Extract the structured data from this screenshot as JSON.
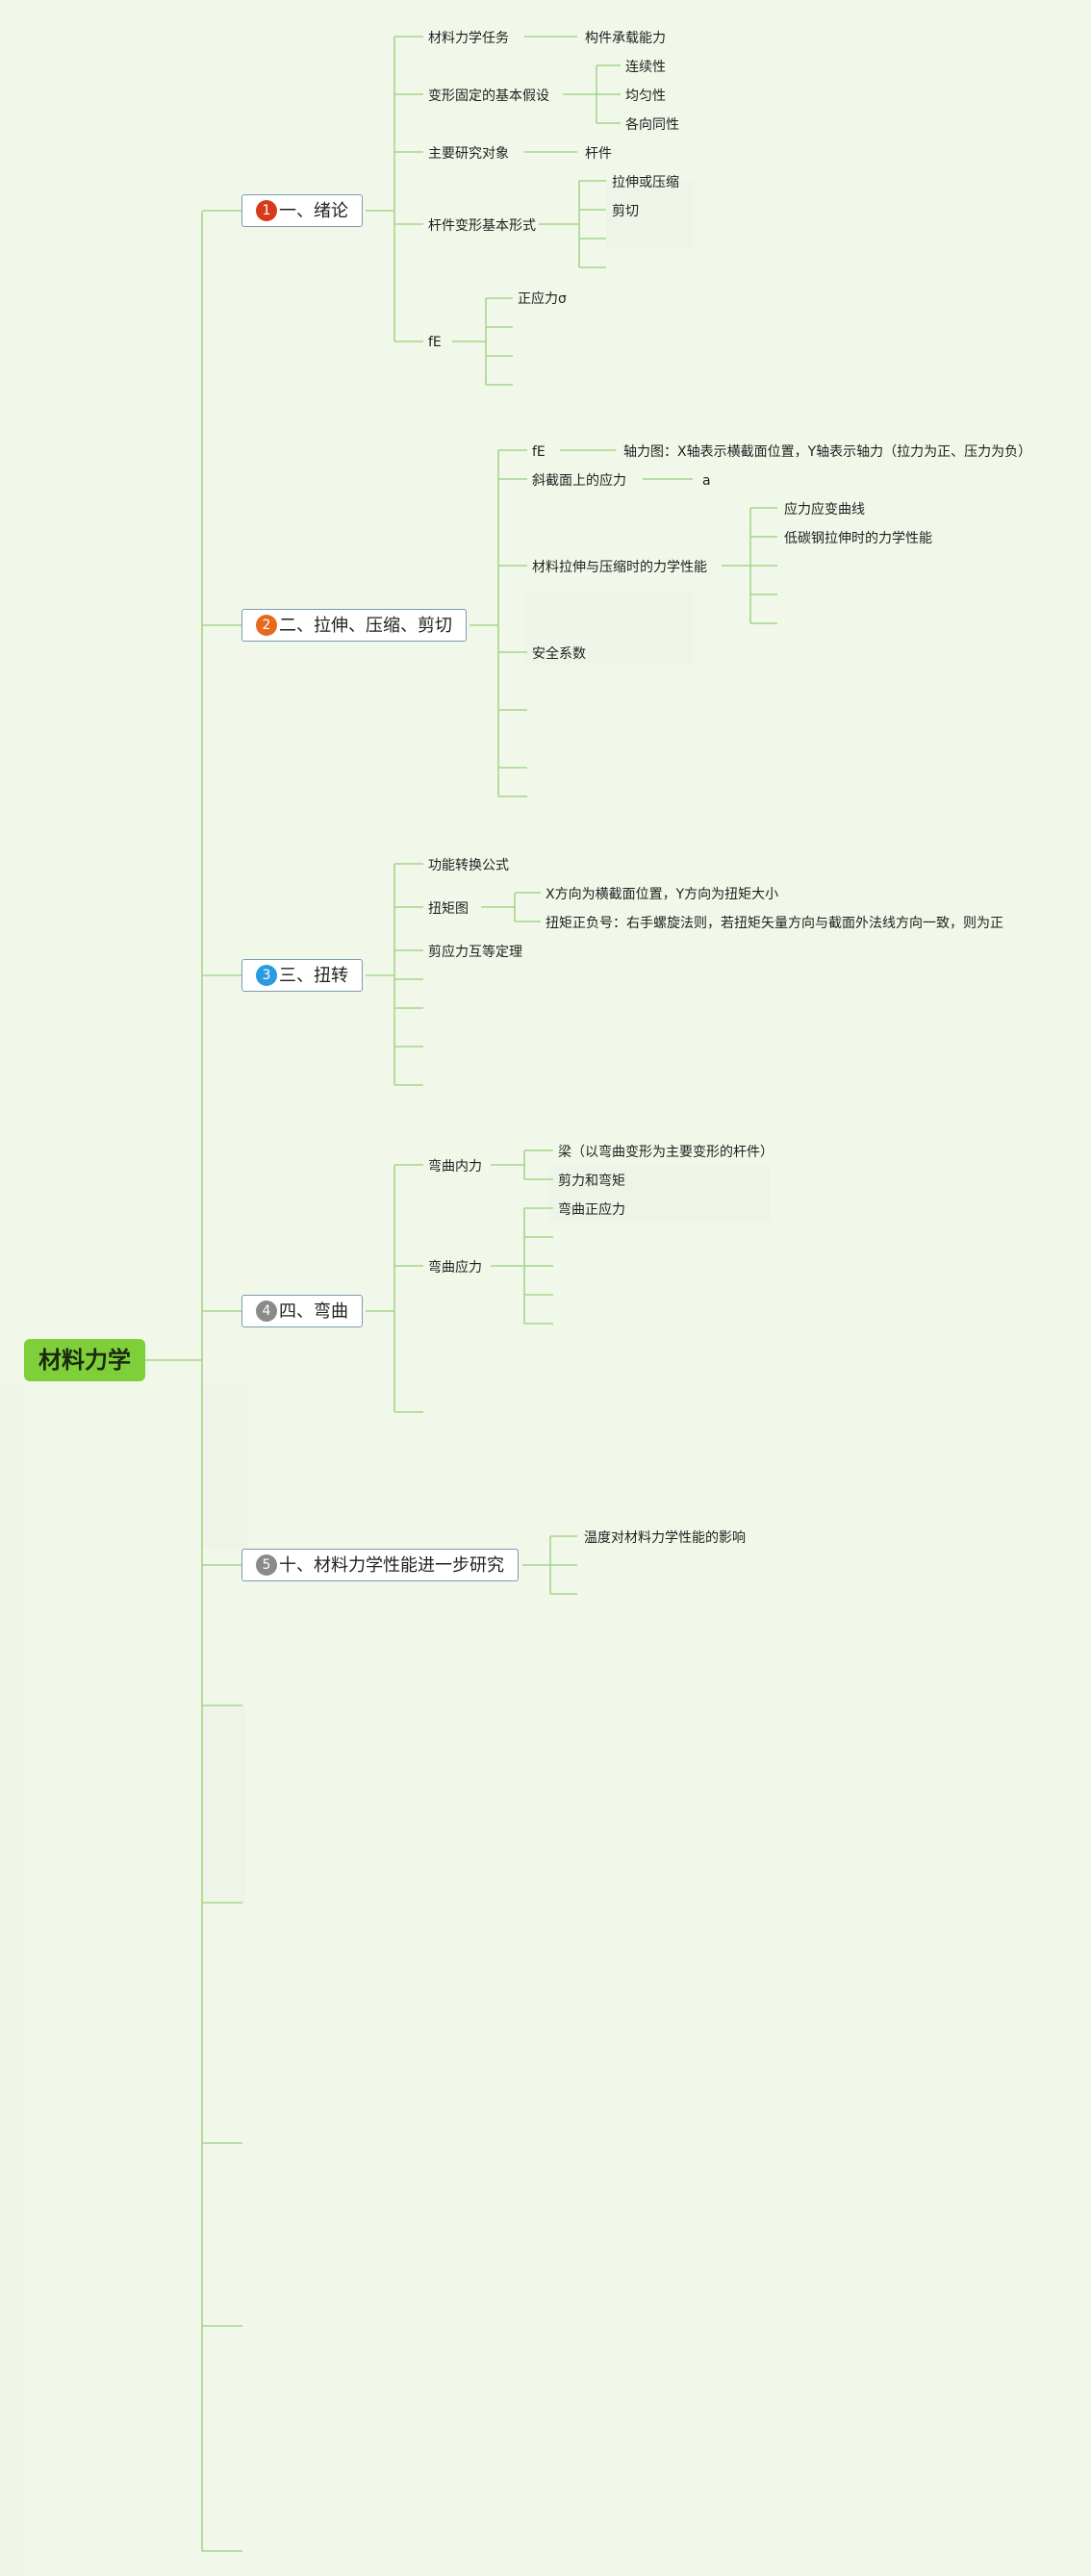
{
  "root": "材料力学",
  "colors": {
    "background": "#f1f8ea",
    "root_fill": "#7fcf3a",
    "connector": "#a6d68a",
    "chapter_border": "#7b9bb0"
  },
  "chapters": [
    {
      "badge": "1",
      "badge_color": "#d63a1a",
      "label": "一、绪论"
    },
    {
      "badge": "2",
      "badge_color": "#e56a1d",
      "label": "二、拉伸、压缩、剪切"
    },
    {
      "badge": "3",
      "badge_color": "#2a9be0",
      "label": "三、扭转"
    },
    {
      "badge": "4",
      "badge_color": "#8a8a8a",
      "label": "四、弯曲"
    },
    {
      "badge": "5",
      "badge_color": "#8a8a8a",
      "label": "十、材料力学性能进一步研究"
    }
  ],
  "nodes": {
    "c1_task": "材料力学任务",
    "c1_task_1": "构件承载能力",
    "c1_assume": "变形固定的基本假设",
    "c1_assume_1": "连续性",
    "c1_assume_2": "均匀性",
    "c1_assume_3": "各向同性",
    "c1_object": "主要研究对象",
    "c1_object_1": "杆件",
    "c1_forms": "杆件变形基本形式",
    "c1_forms_1": "拉伸或压缩",
    "c1_forms_2": "剪切",
    "c1_fe": "fE",
    "c1_fe_1": "正应力σ",
    "c2_fe": "fE",
    "c2_fe_1": "轴力图：X轴表示横截面位置，Y轴表示轴力（拉力为正、压力为负）",
    "c2_oblique": "斜截面上的应力",
    "c2_oblique_1": "a",
    "c2_props": "材料拉伸与压缩时的力学性能",
    "c2_props_1": "应力应变曲线",
    "c2_props_2": "低碳钢拉伸时的力学性能",
    "c2_safety": "安全系数",
    "c3_power": "功能转换公式",
    "c3_torque": "扭矩图",
    "c3_torque_1": "X方向为横截面位置，Y方向为扭矩大小",
    "c3_torque_2": "扭矩正负号：右手螺旋法则，若扭矩矢量方向与截面外法线方向一致，则为正",
    "c3_shear": "剪应力互等定理",
    "c4_internal": "弯曲内力",
    "c4_internal_1": "梁（以弯曲变形为主要变形的杆件）",
    "c4_internal_2": "剪力和弯矩",
    "c4_stress": "弯曲应力",
    "c4_stress_1": "弯曲正应力",
    "c5_temp": "温度对材料力学性能的影响"
  }
}
